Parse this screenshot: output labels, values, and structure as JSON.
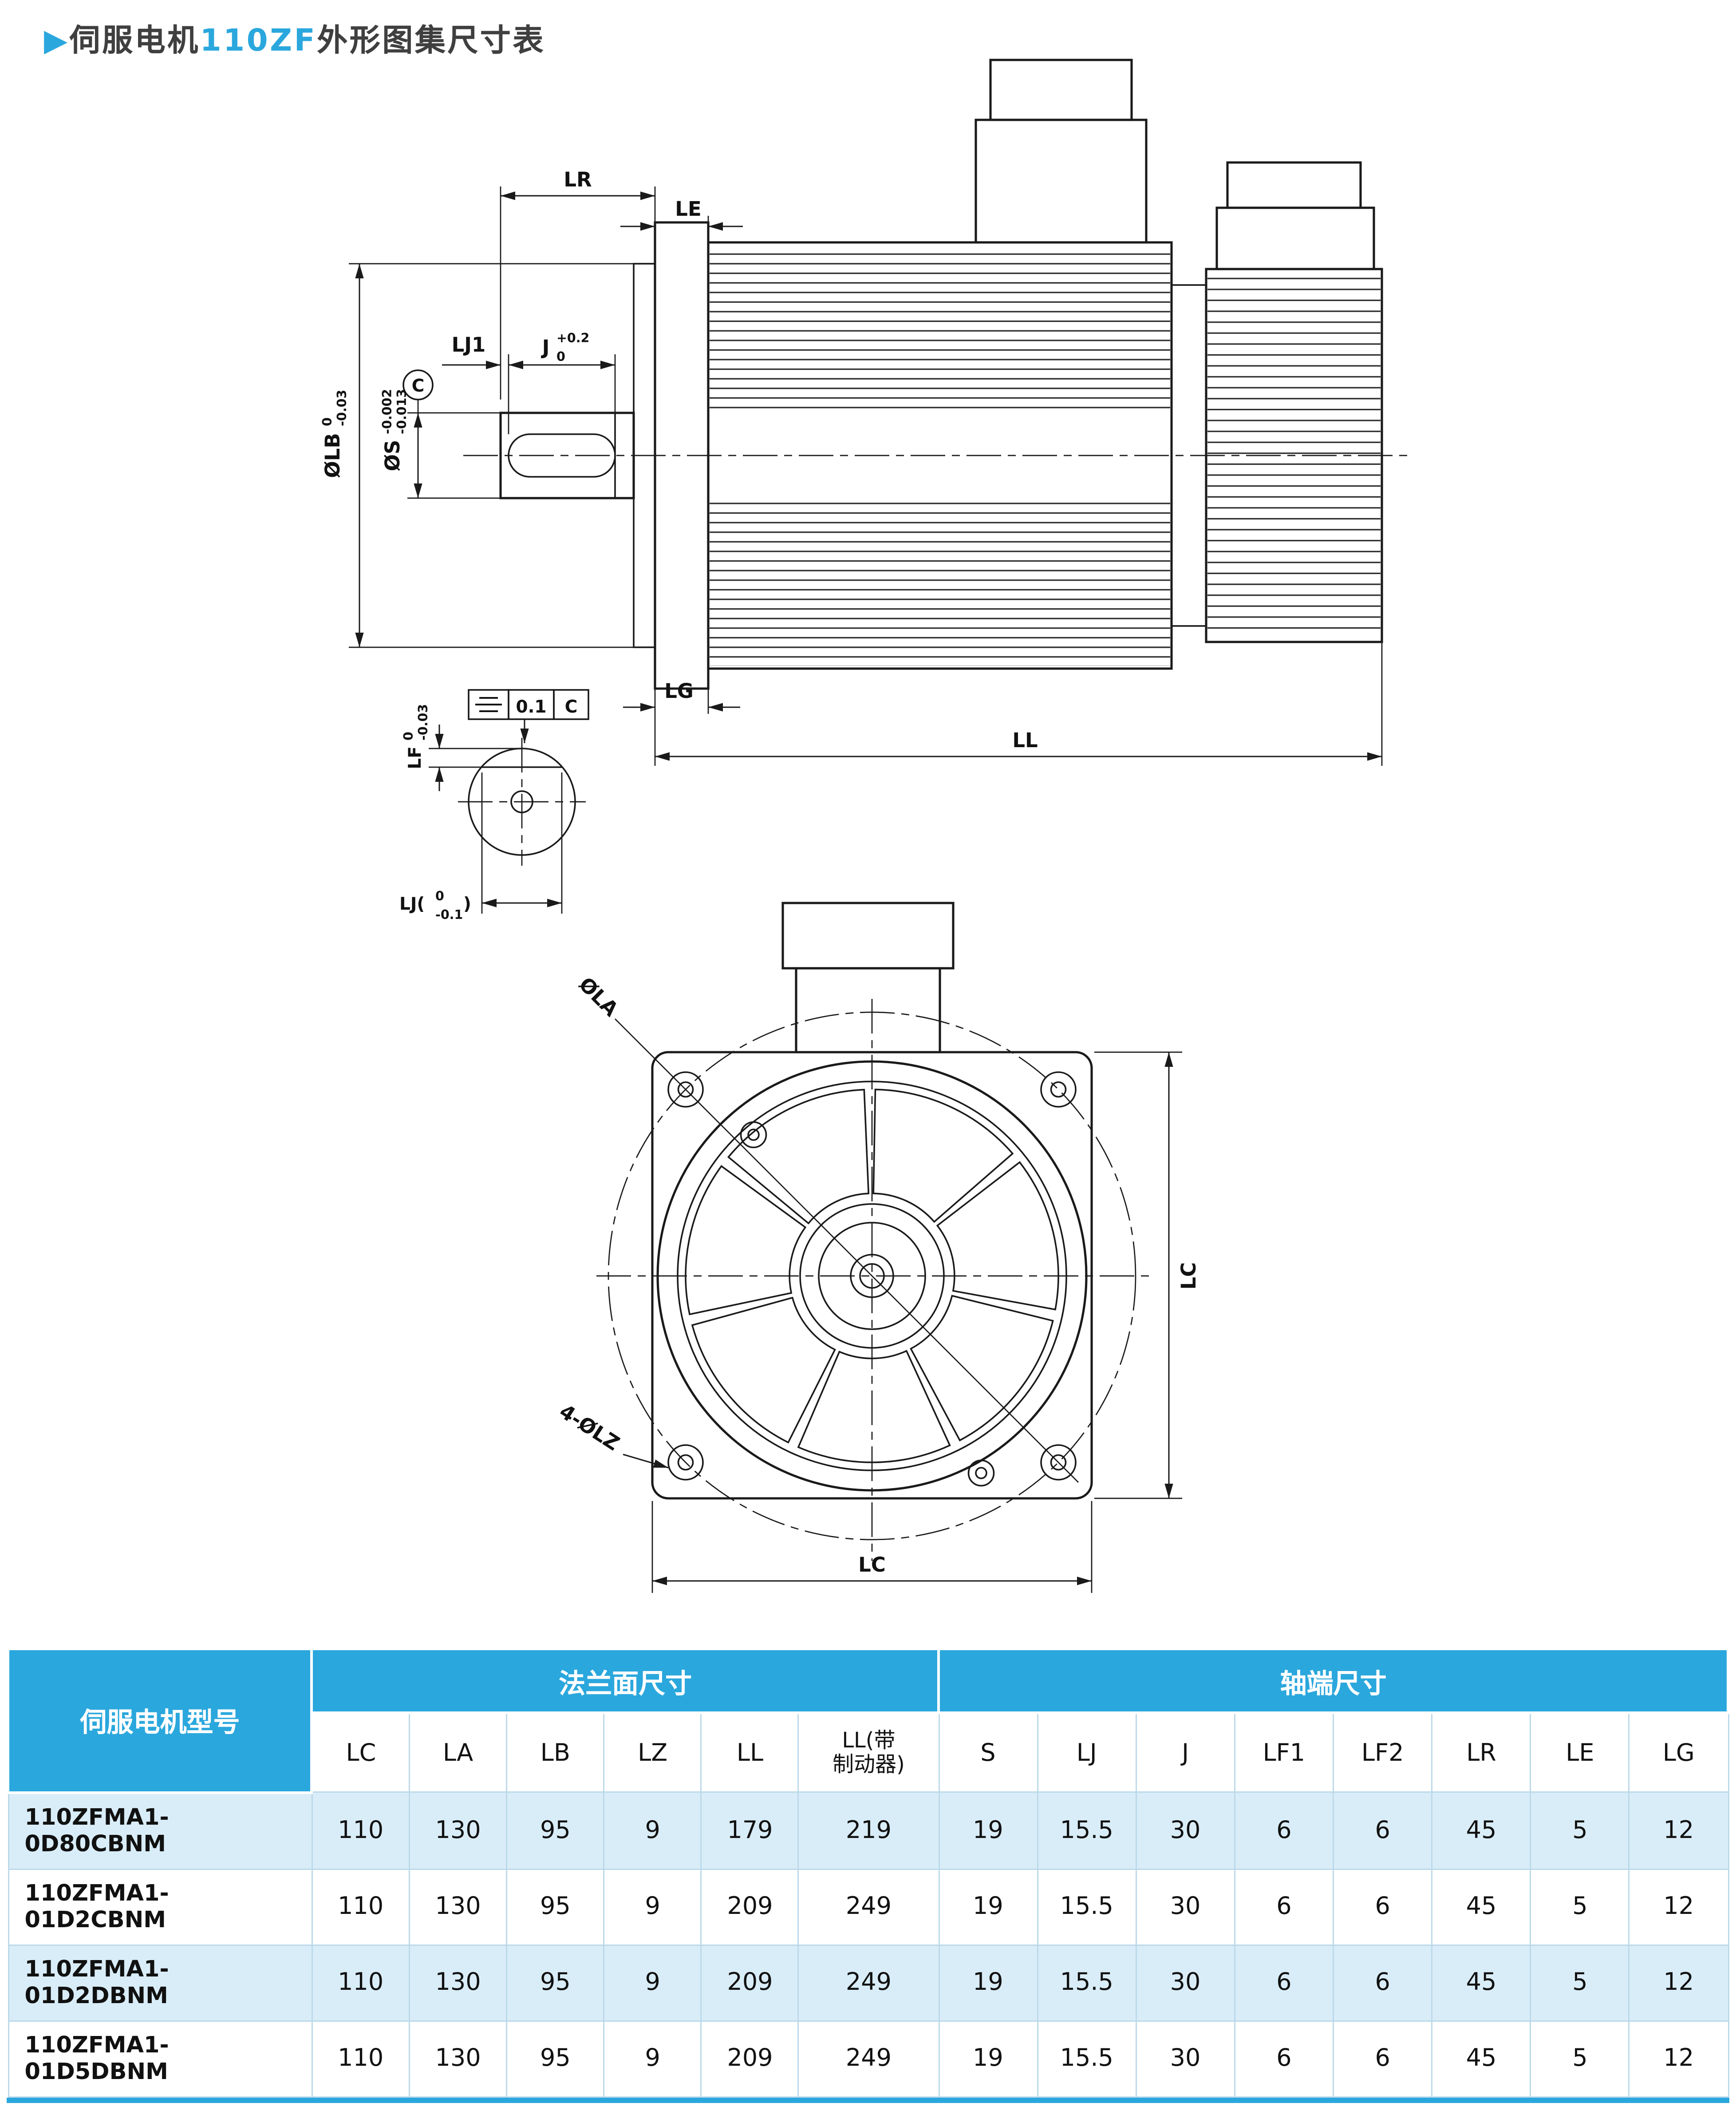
{
  "title": {
    "arrow": "▶",
    "prefix": "伺服电机",
    "model": "110ZF",
    "suffix": "外形图集尺寸表"
  },
  "colors": {
    "accent": "#2aa7dd",
    "header_bg": "#2aa7dd",
    "row_alt_bg": "#d9edf8"
  },
  "drawing": {
    "side": {
      "lr": "LR",
      "le": "LE",
      "lj1": "LJ1",
      "j": {
        "base": "J",
        "sup": "+0.2",
        "sub": "0"
      },
      "lb": {
        "base": "ØLB",
        "sup": "0",
        "sub": "-0.03"
      },
      "s": {
        "base": "ØS",
        "sup": "-0.002",
        "sub": "-0.013"
      },
      "datum": "C",
      "lg": "LG",
      "ll": "LL"
    },
    "detail": {
      "tol_value": "0.1",
      "tol_datum": "C",
      "lf": {
        "base": "LF",
        "sup": "0",
        "sub": "-0.03"
      },
      "lj": {
        "base": "LJ(",
        "sup": "0",
        "sub": "-0.1",
        "tail": ")"
      }
    },
    "front": {
      "la": "ØLA",
      "lz": "4-ØLZ",
      "lc_right": "LC",
      "lc_bottom": "LC"
    }
  },
  "table": {
    "model_header": "伺服电机型号",
    "groups": [
      {
        "label": "法兰面尺寸"
      },
      {
        "label": "轴端尺寸"
      }
    ],
    "flange_cols": [
      "LC",
      "LA",
      "LB",
      "LZ",
      "LL"
    ],
    "flange_col_brake": {
      "line1": "LL(带",
      "line2": "制动器)"
    },
    "shaft_cols": [
      "S",
      "LJ",
      "J",
      "LF1",
      "LF2",
      "LR",
      "LE",
      "LG"
    ],
    "rows": [
      {
        "model": "110ZFMA1-0D80CBNM",
        "values": [
          "110",
          "130",
          "95",
          "9",
          "179",
          "219",
          "19",
          "15.5",
          "30",
          "6",
          "6",
          "45",
          "5",
          "12"
        ]
      },
      {
        "model": "110ZFMA1-01D2CBNM",
        "values": [
          "110",
          "130",
          "95",
          "9",
          "209",
          "249",
          "19",
          "15.5",
          "30",
          "6",
          "6",
          "45",
          "5",
          "12"
        ]
      },
      {
        "model": "110ZFMA1-01D2DBNM",
        "values": [
          "110",
          "130",
          "95",
          "9",
          "209",
          "249",
          "19",
          "15.5",
          "30",
          "6",
          "6",
          "45",
          "5",
          "12"
        ]
      },
      {
        "model": "110ZFMA1-01D5DBNM",
        "values": [
          "110",
          "130",
          "95",
          "9",
          "209",
          "249",
          "19",
          "15.5",
          "30",
          "6",
          "6",
          "45",
          "5",
          "12"
        ]
      }
    ]
  }
}
